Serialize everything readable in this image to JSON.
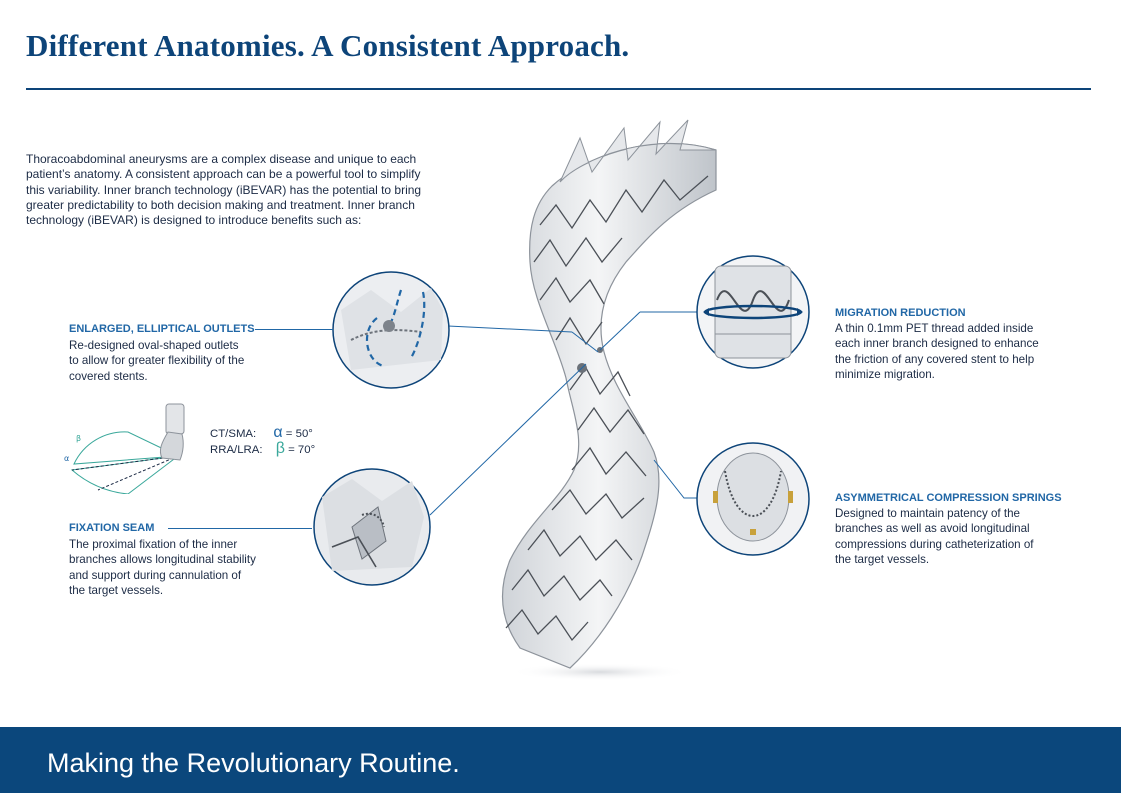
{
  "page": {
    "title": "Different Anatomies. A Consistent Approach.",
    "intro_lines": [
      "Thoracoabdominal aneurysms are a complex disease and unique to each",
      "patient’s anatomy. A consistent approach can be a powerful tool to simplify",
      "this variability. Inner branch technology (iBEVAR) has the potential to bring",
      "greater predictability to both decision making and treatment. Inner branch",
      "technology (iBEVAR) is designed to introduce benefits such as:"
    ],
    "footer": "Making the Revolutionary Routine."
  },
  "callouts": {
    "outlets": {
      "heading": "ENLARGED, ELLIPTICAL OUTLETS",
      "lines": [
        "Re-designed oval-shaped outlets",
        "to allow for greater flexibility of the",
        "covered stents."
      ]
    },
    "seam": {
      "heading": "FIXATION SEAM",
      "lines": [
        "The proximal fixation of the inner",
        "branches allows longitudinal stability",
        "and support during cannulation of",
        "the target vessels."
      ]
    },
    "migration": {
      "heading": "MIGRATION REDUCTION",
      "lines": [
        "A thin 0.1mm PET thread added inside",
        "each inner branch designed to enhance",
        "the friction of any covered stent to help",
        "minimize migration."
      ]
    },
    "springs": {
      "heading": "ASYMMETRICAL COMPRESSION SPRINGS",
      "lines": [
        "Designed to maintain patency of the",
        "branches as well as avoid longitudinal",
        "compressions during catheterization of",
        "the target vessels."
      ]
    }
  },
  "angles": {
    "ct_sma_label": "CT/SMA:",
    "ct_sma_symbol": "α",
    "ct_sma_value": "= 50°",
    "rra_lra_label": "RRA/LRA:",
    "rra_lra_symbol": "β",
    "rra_lra_value": "= 70°",
    "diagram_alpha": "α",
    "diagram_beta": "β"
  },
  "colors": {
    "navy": "#0d4479",
    "blue": "#2167a6",
    "teal": "#3aa89b",
    "text": "#1c2b45"
  }
}
